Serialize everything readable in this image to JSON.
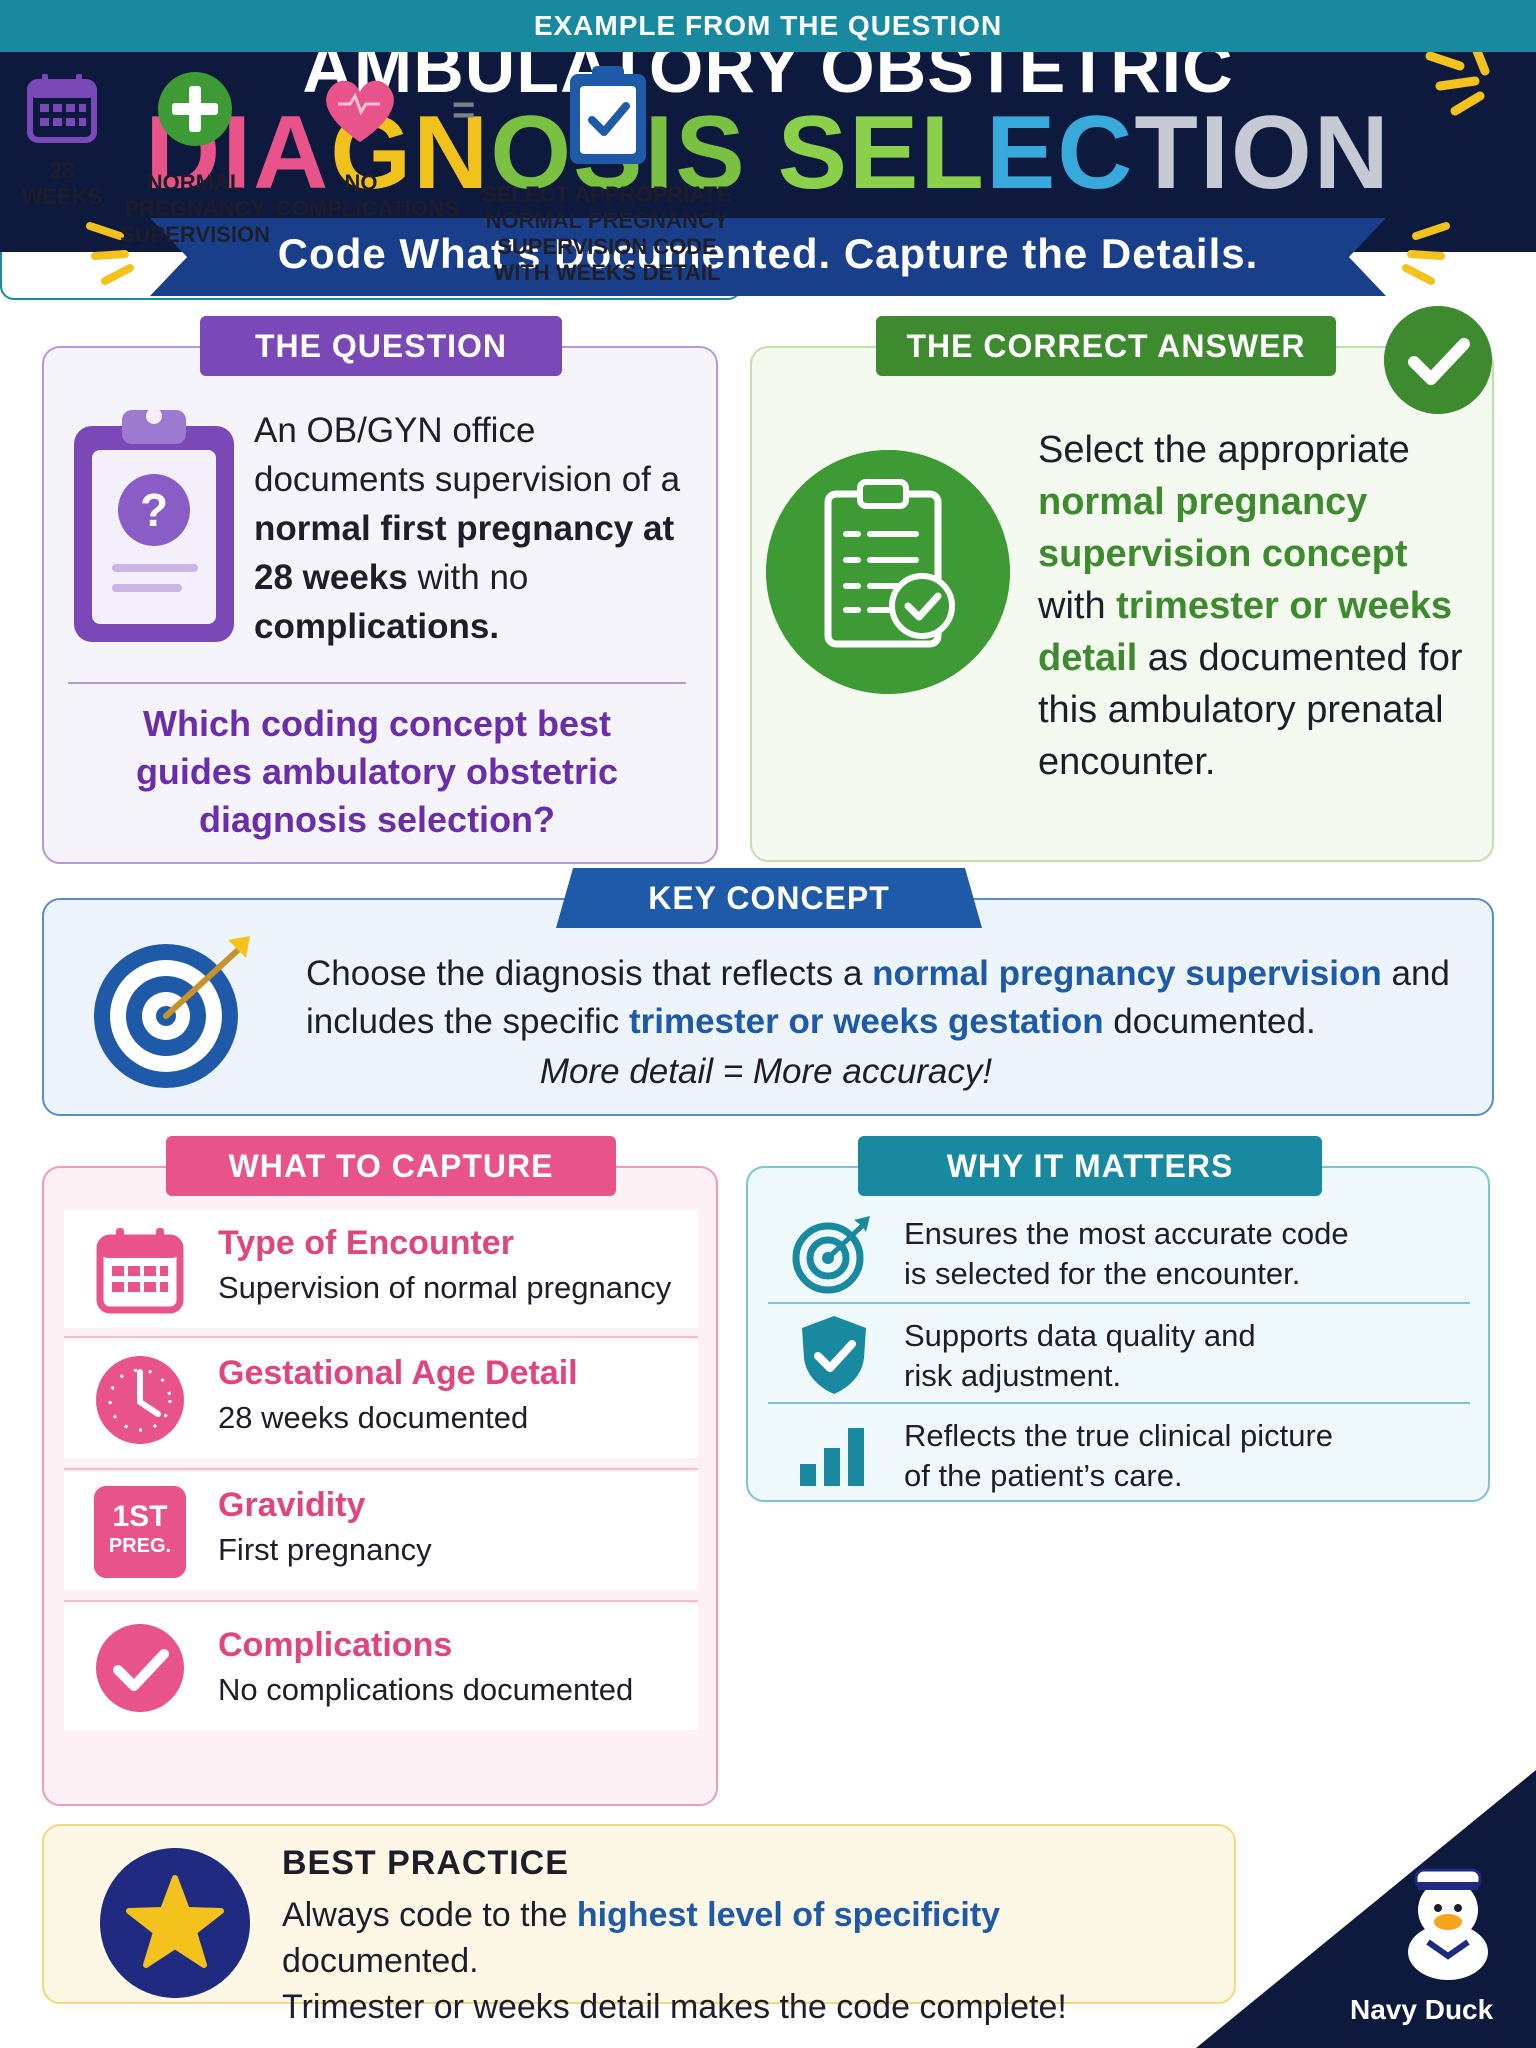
{
  "header": {
    "title_line1": "AMBULATORY OBSTETRIC",
    "title_line2_parts": [
      "DIA",
      "GN",
      "OSIS",
      " SEL",
      "EC",
      "TION"
    ],
    "title_colors": [
      "#e8538a",
      "#f2c21c",
      "#7ac142",
      "#8ad04a",
      "#39a9dc",
      "#c6cad4"
    ],
    "subtitle": "Code What’s Documented. Capture the Details."
  },
  "question": {
    "tab": "THE QUESTION",
    "text_parts": [
      "An OB/GYN office documents supervision of a ",
      "normal first pregnancy at 28 weeks",
      " with no ",
      "complications."
    ],
    "sub": "Which coding concept best guides ambulatory obstetric diagnosis selection?"
  },
  "answer": {
    "tab": "THE CORRECT ANSWER",
    "parts": [
      "Select the appropriate ",
      "normal pregnancy supervision concept",
      " with ",
      "trimester or weeks detail",
      " as documented for this ambulatory prenatal encounter."
    ]
  },
  "key": {
    "tab": "KEY CONCEPT",
    "parts": [
      "Choose the diagnosis that reflects a ",
      "normal pregnancy supervision",
      " and includes the specific ",
      "trimester or weeks gestation",
      " documented."
    ],
    "italic": "More detail = More accuracy!"
  },
  "capture": {
    "tab": "WHAT TO CAPTURE",
    "items": [
      {
        "title": "Type of Encounter",
        "sub": "Supervision of normal pregnancy",
        "icon": "calendar-icon"
      },
      {
        "title": "Gestational Age Detail",
        "sub": "28 weeks documented",
        "icon": "clock-icon"
      },
      {
        "title": "Gravidity",
        "sub": "First pregnancy",
        "icon": "first-pregnancy-badge-icon",
        "badge_line1": "1ST",
        "badge_line2": "PREG."
      },
      {
        "title": "Complications",
        "sub": "No complications documented",
        "icon": "check-circle-icon"
      }
    ]
  },
  "why": {
    "tab": "WHY IT MATTERS",
    "items": [
      {
        "line1": "Ensures the most accurate code",
        "line2": "is selected for the encounter.",
        "icon": "target-icon"
      },
      {
        "line1": "Supports data quality and",
        "line2": "risk adjustment.",
        "icon": "shield-check-icon"
      },
      {
        "line1": "Reflects the true clinical picture",
        "line2": "of the patient’s care.",
        "icon": "bar-chart-icon"
      }
    ]
  },
  "example": {
    "header": "EXAMPLE FROM THE QUESTION",
    "items": [
      {
        "label1": "28",
        "label2": "WEEKS"
      },
      {
        "label1": "NORMAL",
        "label2": "PREGNANCY",
        "label3": "SUPERVISION"
      },
      {
        "label1": "NO",
        "label2": "COMPLICATIONS"
      }
    ],
    "equals": "=",
    "result": [
      "SELECT APPROPRIATE",
      "NORMAL PREGNANCY",
      "SUPERVISION CODE",
      "WITH WEEKS DETAIL"
    ]
  },
  "best": {
    "title": "BEST PRACTICE",
    "parts": [
      "Always code to the ",
      "highest level of specificity",
      " documented."
    ],
    "line2": "Trimester or weeks detail makes the code complete!"
  },
  "brand": "Navy Duck",
  "colors": {
    "navy": "#0e1a3d",
    "purple": "#7b48b8",
    "green": "#3d8b2e",
    "blue": "#1f5aa8",
    "pink": "#e8538a",
    "teal": "#18899e",
    "gold": "#f4c21c"
  }
}
